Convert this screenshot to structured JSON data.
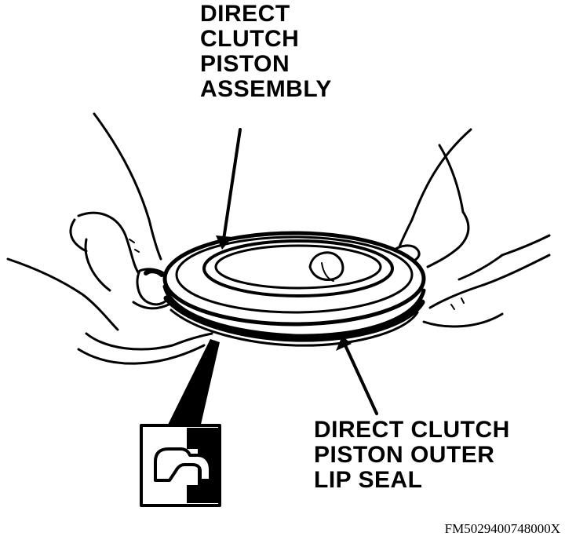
{
  "labels": {
    "piston_assembly": [
      "DIRECT",
      "CLUTCH",
      "PISTON",
      "ASSEMBLY"
    ],
    "outer_lip_seal": [
      "DIRECT CLUTCH",
      "PISTON OUTER",
      "LIP SEAL"
    ]
  },
  "figure_code": "FM5029400748000X",
  "icons": {
    "hands": "hands-icon",
    "piston": "piston-ring-icon",
    "seal_detail": "seal-cross-section-icon"
  }
}
